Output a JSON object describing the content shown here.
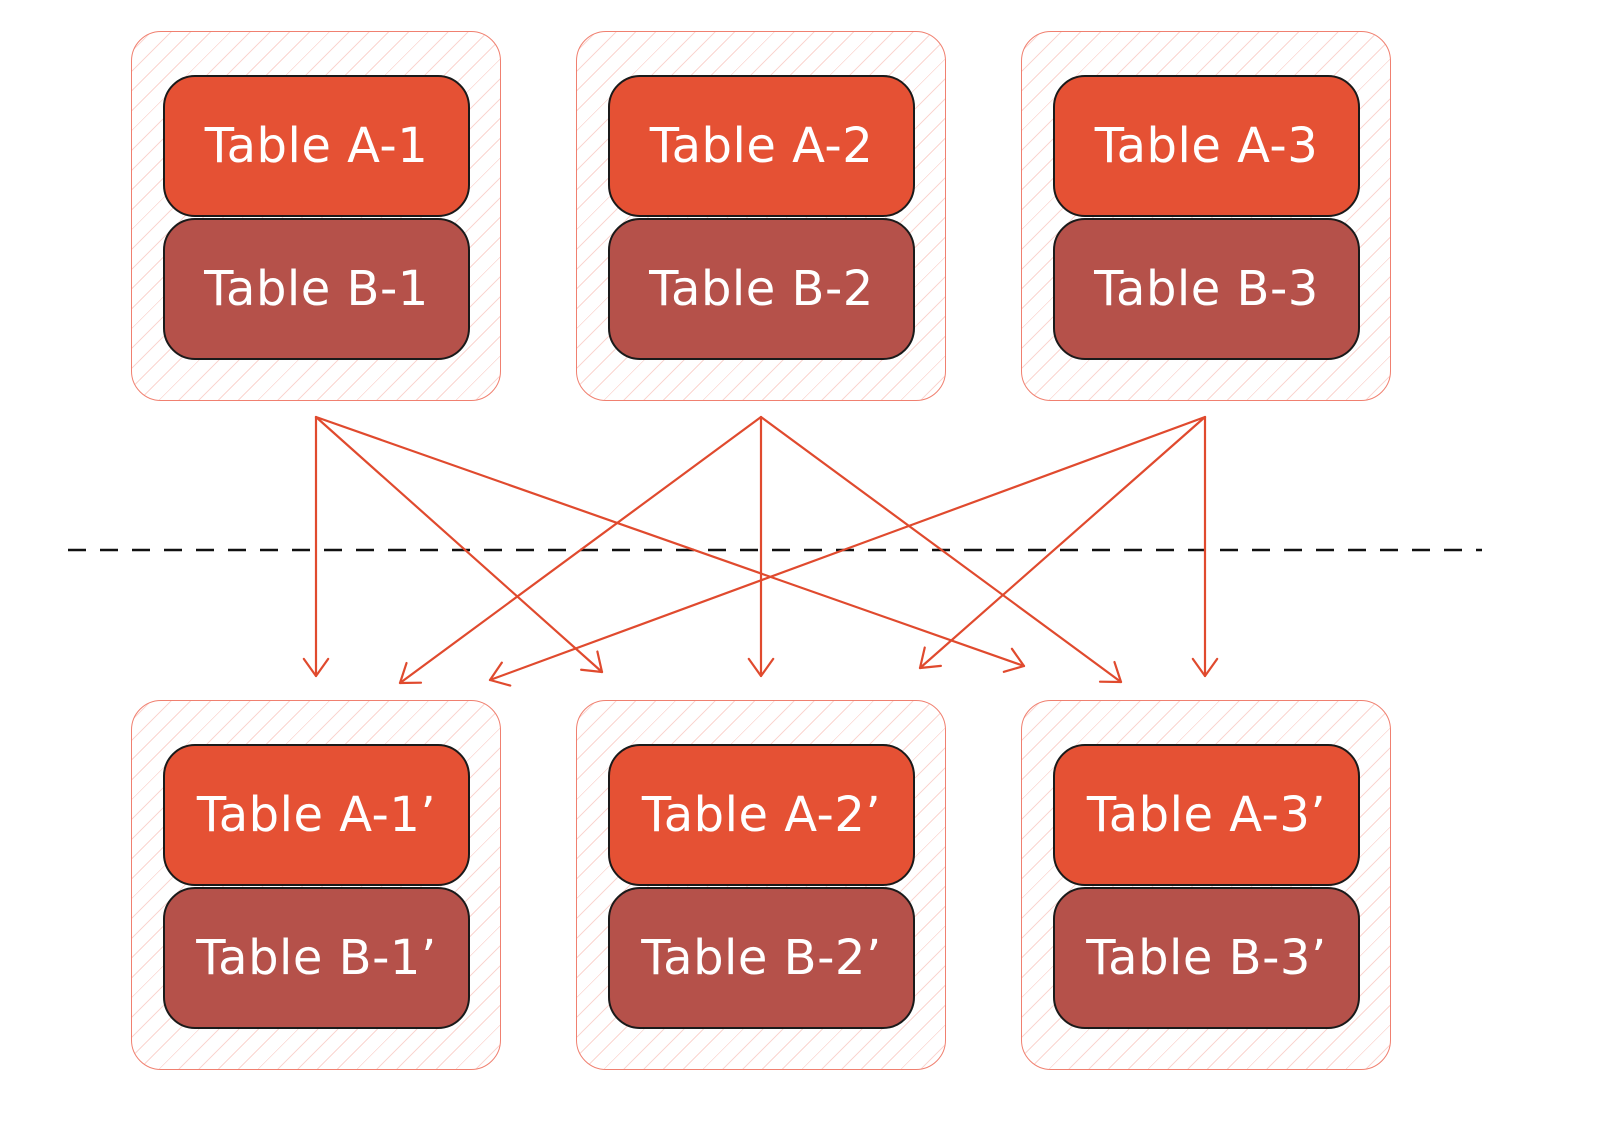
{
  "colors": {
    "table_a_fill": "#e55134",
    "table_b_fill": "#b5514a",
    "group_border": "#f08070",
    "arrow": "#e04a2e",
    "divider": "#111111"
  },
  "source_groups": [
    {
      "table_a": "Table A-1",
      "table_b": "Table B-1"
    },
    {
      "table_a": "Table A-2",
      "table_b": "Table B-2"
    },
    {
      "table_a": "Table A-3",
      "table_b": "Table B-3"
    }
  ],
  "target_groups": [
    {
      "table_a": "Table A-1’",
      "table_b": "Table B-1’"
    },
    {
      "table_a": "Table A-2’",
      "table_b": "Table B-2’"
    },
    {
      "table_a": "Table A-3’",
      "table_b": "Table B-3’"
    }
  ],
  "connections": [
    {
      "from": 1,
      "to": 1
    },
    {
      "from": 1,
      "to": 2
    },
    {
      "from": 1,
      "to": 3
    },
    {
      "from": 2,
      "to": 1
    },
    {
      "from": 2,
      "to": 2
    },
    {
      "from": 2,
      "to": 3
    },
    {
      "from": 3,
      "to": 1
    },
    {
      "from": 3,
      "to": 2
    },
    {
      "from": 3,
      "to": 3
    }
  ]
}
